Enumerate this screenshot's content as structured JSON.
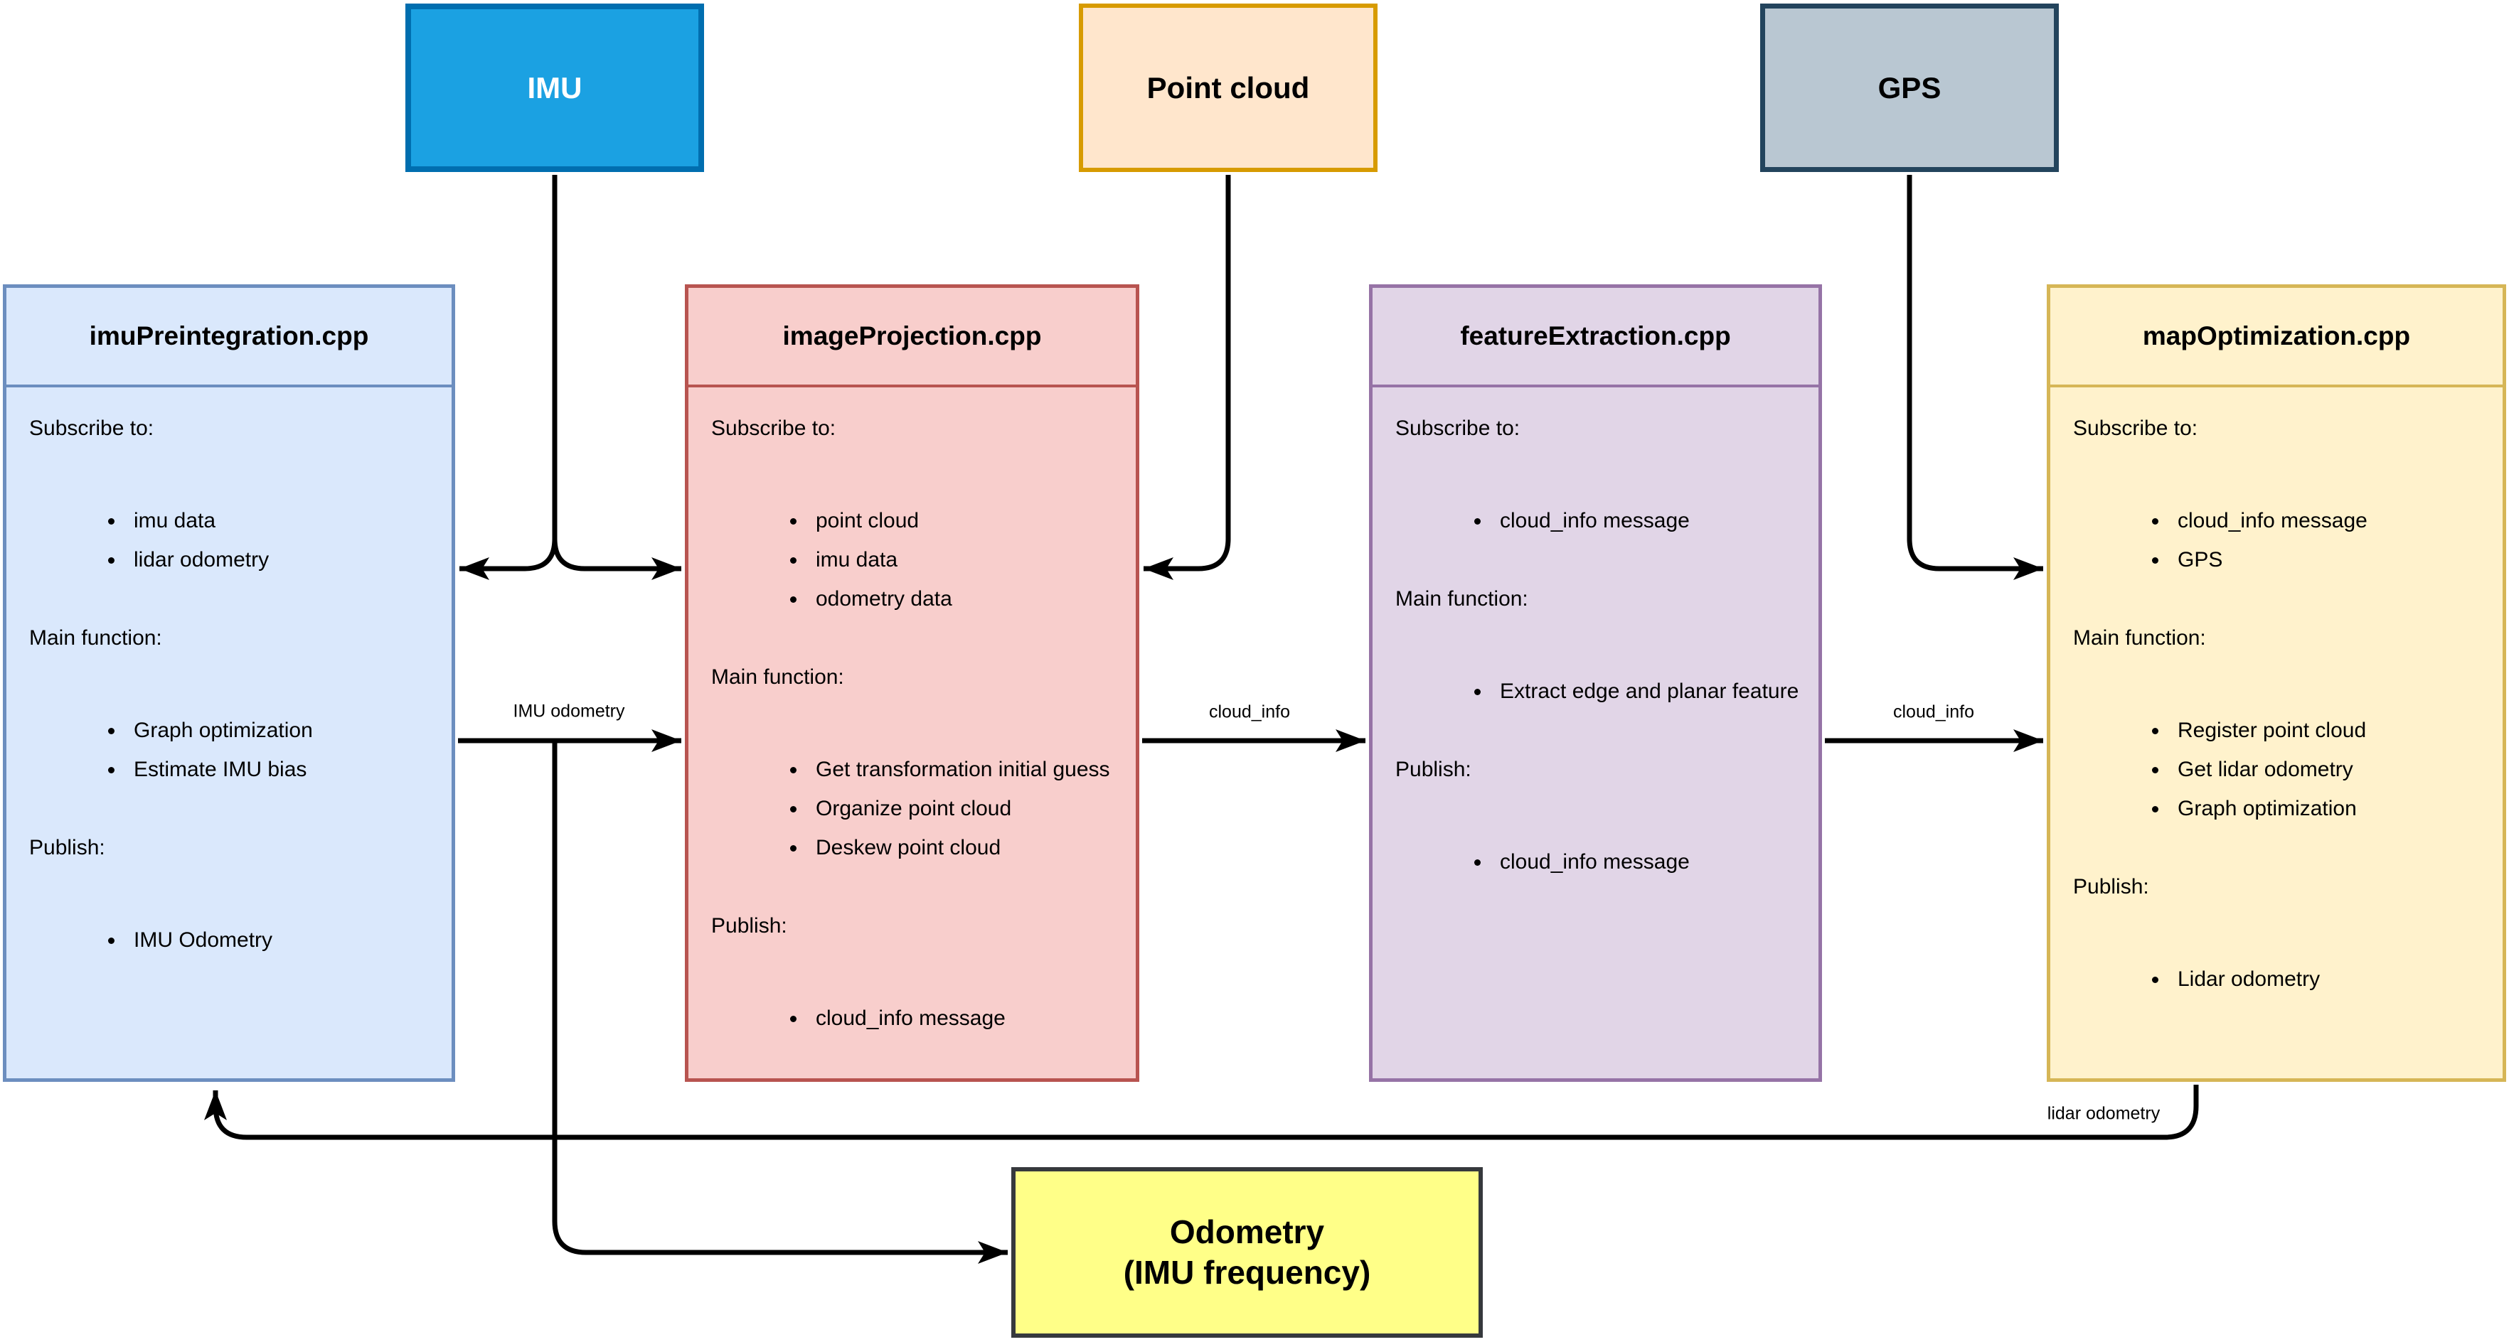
{
  "sources": {
    "imu": {
      "label": "IMU",
      "fill": "#1BA1E2",
      "border": "#006EAF",
      "text_color": "#FFFFFF"
    },
    "point_cloud": {
      "label": "Point cloud",
      "fill": "#FFE6CC",
      "border": "#D79B00",
      "text_color": "#000000"
    },
    "gps": {
      "label": "GPS",
      "fill": "#B9C7D2",
      "border": "#23445D",
      "text_color": "#000000"
    }
  },
  "modules": [
    {
      "title": "imuPreintegration.cpp",
      "fill": "#DAE8FC",
      "border": "#6C8EBF",
      "subscribe_label": "Subscribe to:",
      "subscribe_items": [
        "imu data",
        "lidar odometry"
      ],
      "main_label": "Main function:",
      "main_items": [
        "Graph optimization",
        "Estimate IMU bias"
      ],
      "publish_label": "Publish:",
      "publish_items": [
        "IMU Odometry"
      ]
    },
    {
      "title": "imageProjection.cpp",
      "fill": "#F8CECC",
      "border": "#B85450",
      "subscribe_label": "Subscribe to:",
      "subscribe_items": [
        "point cloud",
        "imu data",
        "odometry data"
      ],
      "main_label": "Main function:",
      "main_items": [
        "Get transformation initial guess",
        "Organize point cloud",
        "Deskew point cloud"
      ],
      "publish_label": "Publish:",
      "publish_items": [
        "cloud_info message"
      ]
    },
    {
      "title": "featureExtraction.cpp",
      "fill": "#E1D5E7",
      "border": "#9673A6",
      "subscribe_label": "Subscribe to:",
      "subscribe_items": [
        "cloud_info message"
      ],
      "main_label": "Main function:",
      "main_items": [
        "Extract edge and planar feature"
      ],
      "publish_label": "Publish:",
      "publish_items": [
        "cloud_info message"
      ]
    },
    {
      "title": "mapOptimization.cpp",
      "fill": "#FFF2CC",
      "border": "#D6B656",
      "subscribe_label": "Subscribe to:",
      "subscribe_items": [
        "cloud_info message",
        "GPS"
      ],
      "main_label": "Main function:",
      "main_items": [
        "Register point cloud",
        "Get lidar odometry",
        "Graph optimization"
      ],
      "publish_label": "Publish:",
      "publish_items": [
        "Lidar odometry"
      ]
    }
  ],
  "output": {
    "line1": "Odometry",
    "line2": "(IMU frequency)",
    "fill": "#FFFF88",
    "border": "#36393D"
  },
  "edge_labels": {
    "imu_odometry": "IMU odometry",
    "cloud_info_left": "cloud_info",
    "cloud_info_right": "cloud_info",
    "lidar_odometry": "lidar odometry"
  },
  "edge_color": "#000000",
  "background": "#FFFFFF"
}
